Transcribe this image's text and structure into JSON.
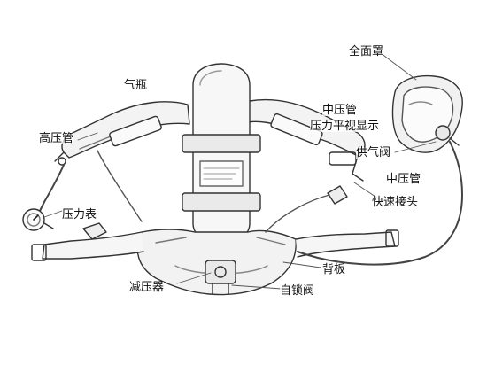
{
  "labels": {
    "cylinder": "气瓶",
    "high_pressure_hose": "高压管",
    "pressure_gauge": "压力表",
    "reducer": "减压器",
    "self_lock_valve": "自锁阀",
    "backplate": "背板",
    "full_face_mask": "全面罩",
    "medium_pressure_hose_top": "中压管",
    "pressure_hud": "压力平视显示",
    "supply_valve": "供气阀",
    "medium_pressure_hose_right": "中压管",
    "quick_connector": "快速接头"
  }
}
